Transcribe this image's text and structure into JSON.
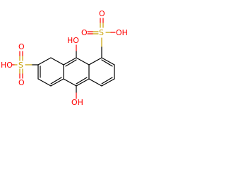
{
  "molecule": {
    "labels": {
      "oh_top_center": "HO",
      "oh_bottom_center": "OH",
      "sulfonic_right": {
        "s": "S",
        "oh": "OH",
        "o_left": "O",
        "o_top": "O"
      },
      "sulfonic_left": {
        "s": "S",
        "oh": "HO",
        "o_top": "O",
        "o_bottom": "O"
      }
    },
    "colors": {
      "oxygen": "#ff0000",
      "sulfur": "#c8a000",
      "bond": "#000000"
    }
  }
}
